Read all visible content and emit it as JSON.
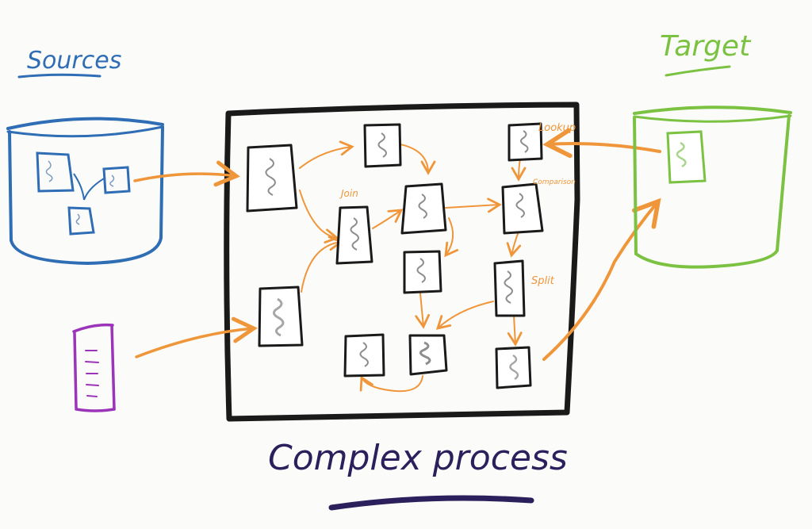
{
  "sources": {
    "label": "Sources",
    "color": "#2f6db5"
  },
  "target": {
    "label": "Target",
    "color": "#7cc242"
  },
  "process": {
    "title": "Complex process",
    "title_color": "#2b1f5c",
    "frame_color": "#1a1a1a",
    "step_labels": {
      "join": "Join",
      "lookup": "Lookup",
      "comparison": "Comparison",
      "split": "Split"
    }
  },
  "queue_source": {
    "color": "#9b34b8"
  },
  "flow_color": "#f0963a"
}
